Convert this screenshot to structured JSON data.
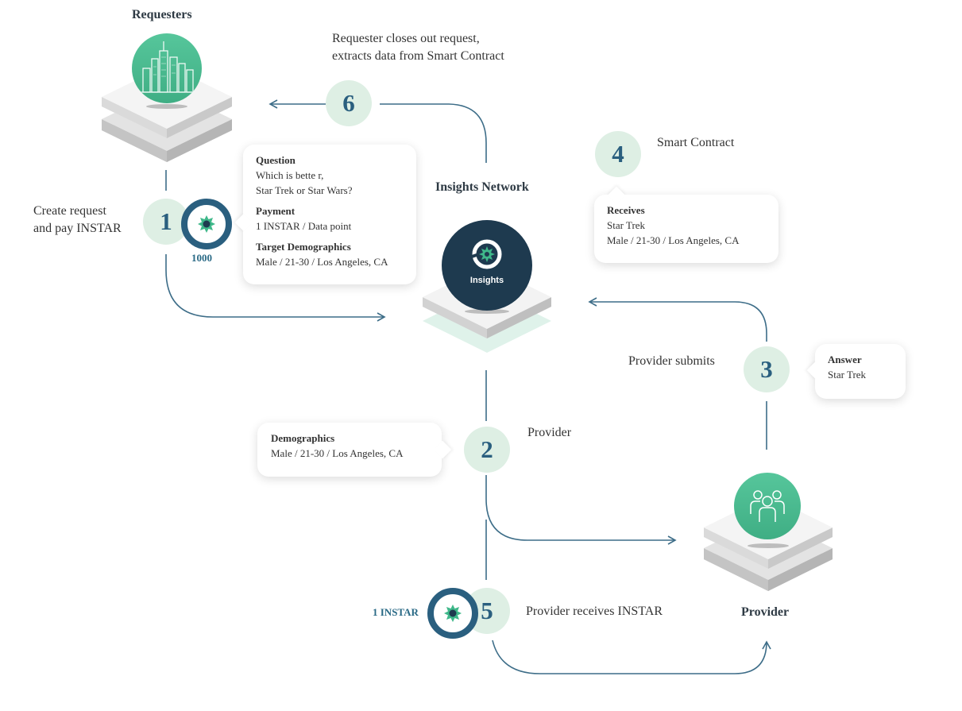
{
  "labels": {
    "requesters_title": "Requesters",
    "top_caption_line1": "Requester closes out request,",
    "top_caption_line2": "extracts data from Smart Contract",
    "insights_network_title": "Insights Network",
    "insights_logo_text": "Insights",
    "smart_contract": "Smart Contract",
    "create_request_line1": "Create request",
    "create_request_line2": "and pay INSTAR",
    "coin_amount_1": "1000",
    "provider_submits": "Provider submits",
    "provider_label": "Provider",
    "provider_title": "Provider",
    "provider_receives": "Provider receives INSTAR",
    "coin_amount_5": "1 INSTAR"
  },
  "steps": {
    "s1": "1",
    "s2": "2",
    "s3": "3",
    "s4": "4",
    "s5": "5",
    "s6": "6"
  },
  "request_card": {
    "question_title": "Question",
    "question_line1": "Which is bette  r,",
    "question_line2": "Star Trek or  Star Wars?",
    "payment_title": "Payment",
    "payment_value": "1 INSTAR / Data point",
    "demographics_title": "Target Demographics",
    "demographics_value": "Male / 21-30 /  Los Angeles,   CA"
  },
  "receives_card": {
    "title": "Receives",
    "line1": "Star Trek",
    "line2": "Male / 21-30 /  Los Angeles,   CA"
  },
  "answer_card": {
    "title": "Answer",
    "value": "Star Trek"
  },
  "demographics_card": {
    "title": "Demographics",
    "value": "Male / 21-30 /  Los Angeles,   CA"
  },
  "colors": {
    "accent_navy": "#1e3a4f",
    "accent_teal": "#2a5f7f",
    "accent_green": "#4cbf90",
    "step_bg": "#deefe4",
    "arrow": "#3d6d88"
  },
  "icons": {
    "requesters": "city-skyline-icon",
    "provider": "people-group-icon",
    "insights": "insights-logo-icon",
    "coin": "instar-coin-icon"
  }
}
